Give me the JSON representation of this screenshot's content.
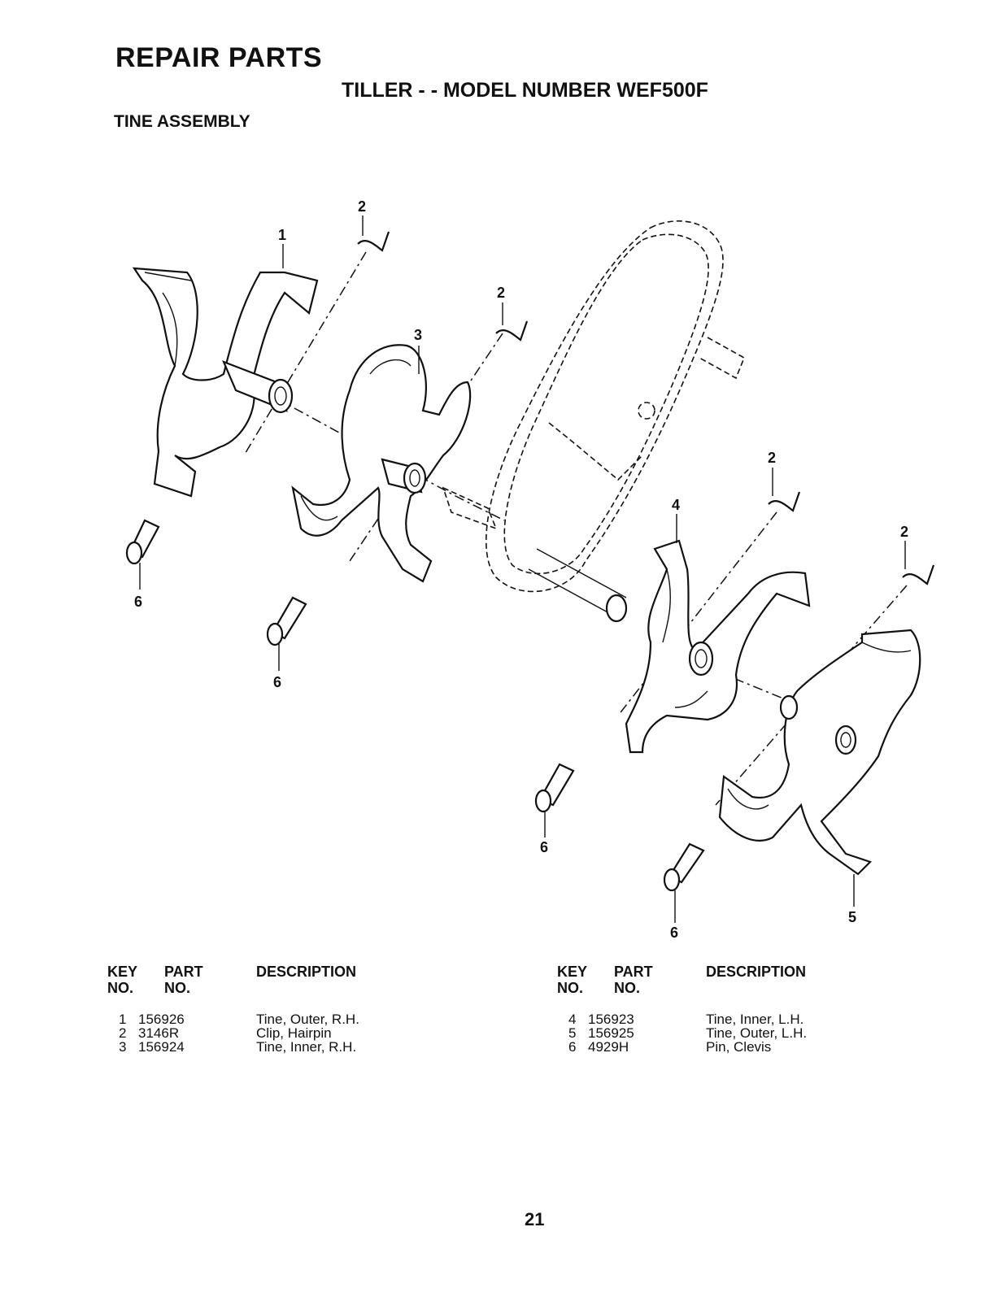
{
  "header": {
    "title": "REPAIR PARTS",
    "model": "TILLER - - MODEL NUMBER WEF500F",
    "section": "TINE ASSEMBLY"
  },
  "diagram": {
    "callouts": [
      "1",
      "2",
      "3",
      "4",
      "5",
      "6"
    ],
    "parts": [
      "tine-outer-rh",
      "tine-inner-rh",
      "tiller-gearbox",
      "tine-inner-lh",
      "tine-outer-lh",
      "hairpin-clip",
      "clevis-pin"
    ]
  },
  "parts_table": {
    "headers": {
      "key_line1": "KEY",
      "key_line2": "NO.",
      "part_line1": "PART",
      "part_line2": "NO.",
      "description": "DESCRIPTION"
    },
    "left_rows": [
      {
        "key": "1",
        "part": "156926",
        "description": "Tine, Outer, R.H."
      },
      {
        "key": "2",
        "part": "3146R",
        "description": "Clip, Hairpin"
      },
      {
        "key": "3",
        "part": "156924",
        "description": "Tine, Inner, R.H."
      }
    ],
    "right_rows": [
      {
        "key": "4",
        "part": "156923",
        "description": "Tine, Inner,  L.H."
      },
      {
        "key": "5",
        "part": "156925",
        "description": "Tine, Outer, L.H."
      },
      {
        "key": "6",
        "part": "4929H",
        "description": "Pin, Clevis"
      }
    ]
  },
  "footer": {
    "page_number": "21"
  }
}
